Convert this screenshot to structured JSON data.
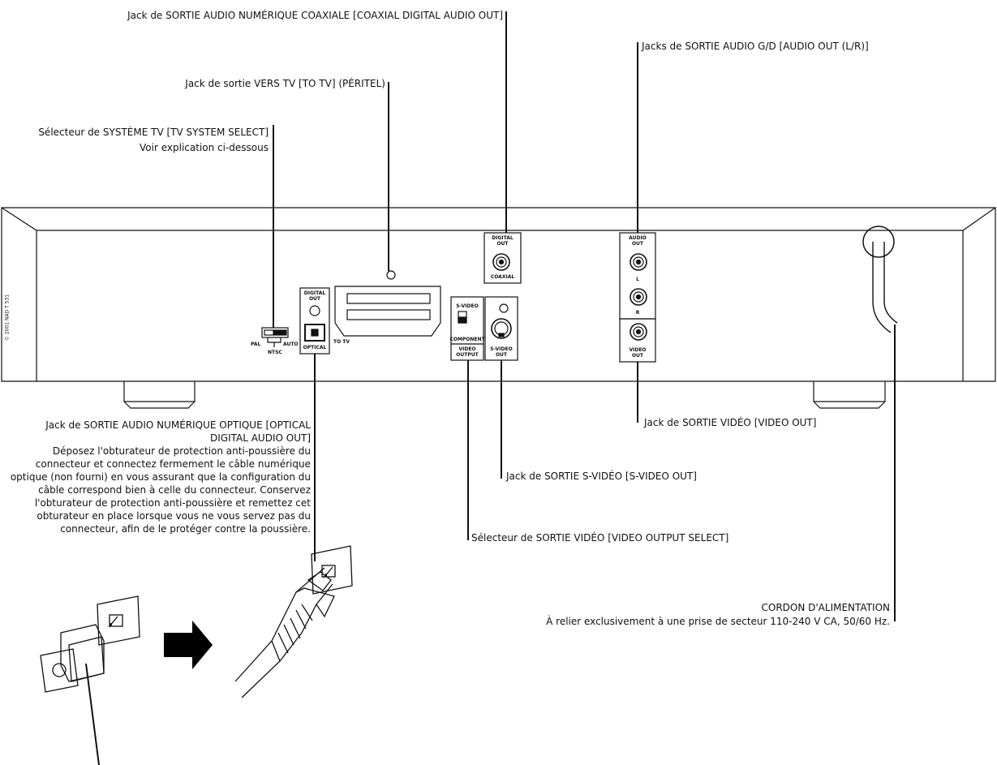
{
  "callouts": {
    "coaxial_label": "Jack de SORTIE AUDIO NUMÉRIQUE COAXIALE [COAXIAL DIGITAL AUDIO OUT]",
    "audio_out_label": "Jacks de SORTIE AUDIO G/D [AUDIO OUT (L/R)]",
    "to_tv_label": "Jack de sortie VERS TV [TO TV] (PÉRITEL)",
    "tv_system_line1": "Sélecteur de SYSTÈME TV [TV SYSTEM SELECT]",
    "tv_system_line2": "Voir explication ci-dessous",
    "optical_lines": [
      "Jack de SORTIE AUDIO NUMÉRIQUE OPTIQUE [OPTICAL",
      "DIGITAL AUDIO OUT]",
      "Déposez l'obturateur de protection anti-poussière du",
      "connecteur et connectez fermement le câble numérique",
      "optique (non fourni) en vous assurant que la configuration du",
      "câble correspond bien à celle du connecteur. Conservez",
      "l'obturateur de protection anti-poussière et remettez cet",
      "obturateur en place lorsque vous ne vous servez pas du",
      "connecteur, afin de le protéger contre la poussière."
    ],
    "video_out_label": "Jack de SORTIE VIDÉO [VIDEO OUT]",
    "svideo_label": "Jack de SORTIE S-VIDÉO [S-VIDEO OUT]",
    "video_output_select_label": "Sélecteur de SORTIE VIDÉO [VIDEO OUTPUT SELECT]",
    "power_line1": "CORDON D'ALIMENTATION",
    "power_line2": "À relier exclusivement à une prise de secteur 110-240 V CA, 50/60 Hz."
  },
  "panel": {
    "copyright": "© 2001 NAD T 531",
    "pal": "PAL",
    "ntsc": "NTSC",
    "auto": "AUTO",
    "digital_out_opt_1": "DIGITAL",
    "digital_out_opt_2": "OUT",
    "optical": "OPTICAL",
    "to_tv": "TO TV",
    "svideo_sel": "S-VIDEO",
    "component": "COMPONENT",
    "video_output_1": "VIDEO",
    "video_output_2": "OUTPUT",
    "svideo_out_1": "S-VIDEO",
    "svideo_out_2": "OUT",
    "digital_out_coax_1": "DIGITAL",
    "digital_out_coax_2": "OUT",
    "coaxial": "COAXIAL",
    "audio_out_1": "AUDIO",
    "audio_out_2": "OUT",
    "l": "L",
    "r": "R",
    "video_out_1": "VIDEO",
    "video_out_2": "OUT"
  },
  "colors": {
    "ink": "#111111",
    "arrow": "#000000"
  }
}
